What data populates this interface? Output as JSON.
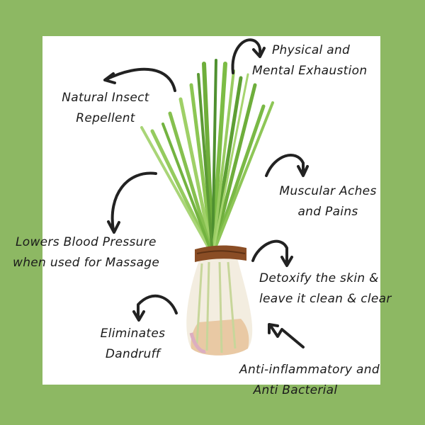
{
  "background_color": "#8db863",
  "card_color": "#ffffff",
  "illustration": "lemongrass-bundle",
  "benefits": [
    {
      "line1": "Physical and",
      "line2": "Mental Exhaustion"
    },
    {
      "line1": "Natural Insect",
      "line2": "Repellent"
    },
    {
      "line1": "Muscular Aches",
      "line2": "and Pains"
    },
    {
      "line1": "Lowers Blood Pressure",
      "line2": "when used for Massage"
    },
    {
      "line1": "Detoxify the skin &",
      "line2": "leave it clean & clear"
    },
    {
      "line1": "Eliminates",
      "line2": "Dandruff"
    },
    {
      "line1": "Anti-inflammatory and",
      "line2": "Anti Bacterial"
    }
  ]
}
